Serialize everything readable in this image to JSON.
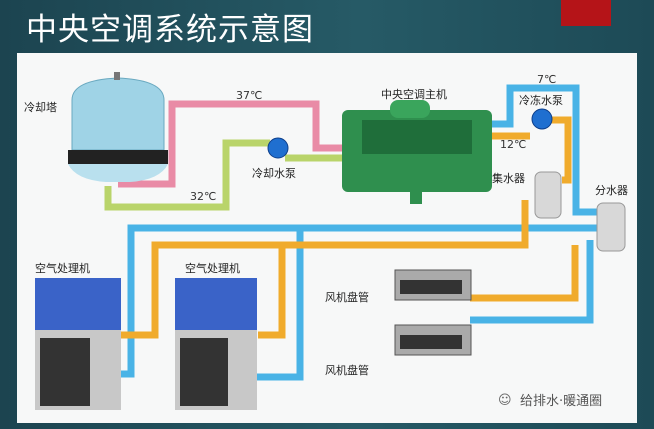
{
  "title": "中央空调系统示意图",
  "labels": {
    "cooling_tower": "冷却塔",
    "chiller": "中央空调主机",
    "cooling_pump": "冷却水泵",
    "chilled_pump": "冷冻水泵",
    "collector": "集水器",
    "distributor": "分水器",
    "ahu1": "空气处理机",
    "ahu2": "空气处理机",
    "fcu1": "风机盘管",
    "fcu2": "风机盘管"
  },
  "temps": {
    "cooling_supply": "37℃",
    "cooling_return": "32℃",
    "chilled_supply": "7℃",
    "chilled_return": "12℃"
  },
  "watermark": "给排水·暖通圈",
  "colors": {
    "hot_pipe": "#e98ba6",
    "cool_return_pipe": "#b9d46a",
    "chilled_supply_pipe": "#49b3e6",
    "chilled_return_pipe": "#f0ab2c",
    "chiller": "#2f8f4e",
    "ahu": "#3a63c8",
    "accent": "#b51418"
  }
}
